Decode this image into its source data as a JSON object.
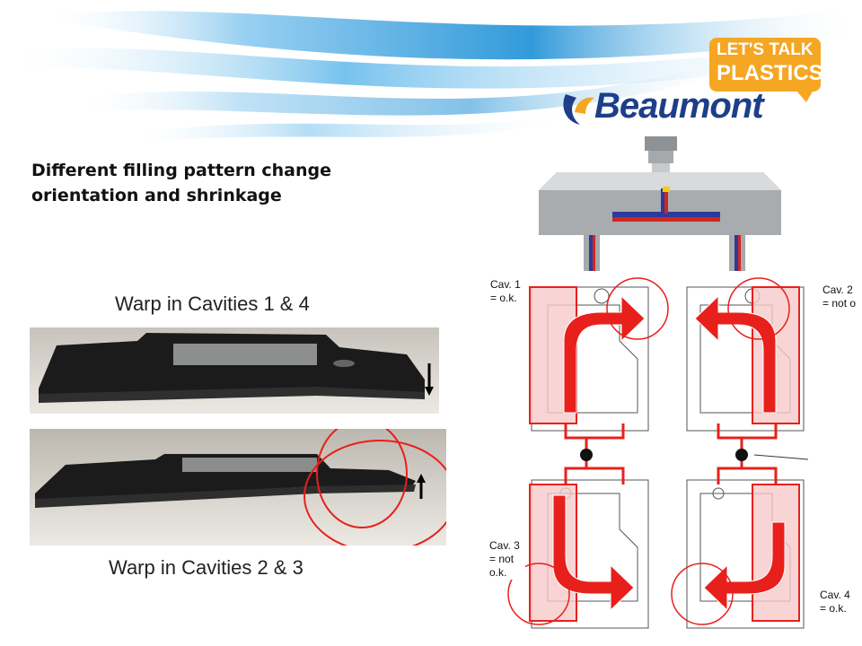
{
  "branding": {
    "bubble_line1": "LET'S TALK",
    "bubble_line2": "PLASTICS",
    "company_name": "Beaumont",
    "bubble_color": "#f5a623",
    "brand_color": "#1d3f8a"
  },
  "slide": {
    "title_line1": "Different filling pattern change",
    "title_line2": "orientation and shrinkage"
  },
  "photos": {
    "top_caption": "Warp in Cavities 1 & 4",
    "bottom_caption": "Warp in Cavities 2 & 3",
    "top_arrow": "down",
    "bottom_arrow": "up"
  },
  "cavities": [
    {
      "line1": "Cav. 1",
      "line2": "= o.k.",
      "line3": ""
    },
    {
      "line1": "Cav. 2",
      "line2": "= not o",
      "line3": ""
    },
    {
      "line1": "Cav. 3",
      "line2": "= not",
      "line3": "o.k."
    },
    {
      "line1": "Cav. 4",
      "line2": "= o.k.",
      "line3": ""
    }
  ],
  "colors": {
    "highlight_red": "#e8201c",
    "cavity_fill": "#f6c9c9"
  }
}
